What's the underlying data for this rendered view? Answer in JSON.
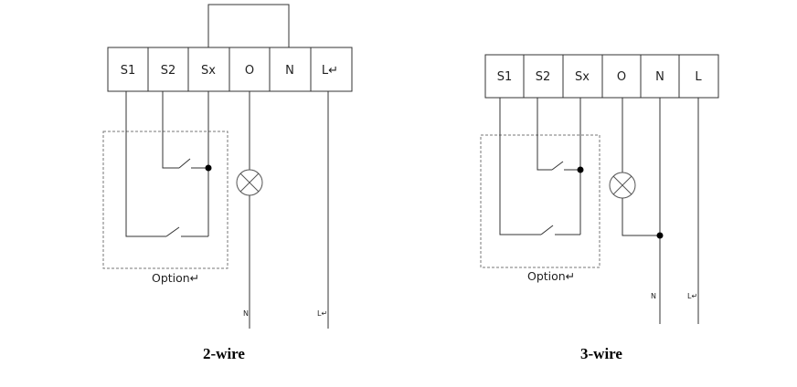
{
  "diagrams": [
    {
      "id": "two-wire",
      "caption": "2-wire",
      "terminals": [
        "S1",
        "S2",
        "Sx",
        "O",
        "N",
        "L↵"
      ],
      "option_label": "Option↵",
      "end_labels": [
        "N",
        "L↵"
      ]
    },
    {
      "id": "three-wire",
      "caption": "3-wire",
      "terminals": [
        "S1",
        "S2",
        "Sx",
        "O",
        "N",
        "L"
      ],
      "option_label": "Option↵",
      "end_labels": [
        "N",
        "L↵"
      ]
    }
  ],
  "colors": {
    "wire": "#333333",
    "box": "#333333",
    "dashed": "#777777",
    "lamp": "#555555"
  }
}
